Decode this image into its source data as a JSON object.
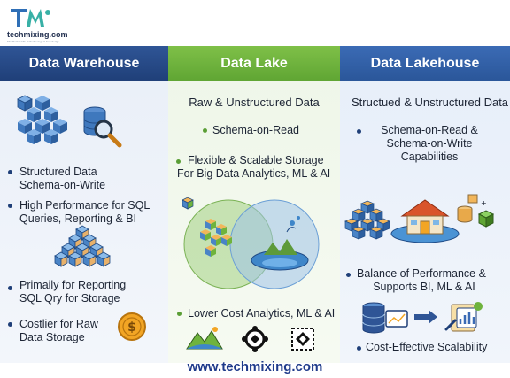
{
  "brand": {
    "name": "techmixing.com",
    "tagline": "The Perfect Mix of Technology & Knowledge"
  },
  "columns": [
    {
      "title": "Data Warehouse",
      "items": [
        {
          "line1": "Structured Data",
          "line2": "Schema-on-Write"
        },
        {
          "line1": "High Performance for SQL",
          "line2": "Queries, Reporting & BI"
        },
        {
          "line1": "Primaily for Reporting",
          "line2": "SQL Qry for Storage"
        },
        {
          "line1": "Costlier for Raw",
          "line2": "Data Storage"
        }
      ],
      "icons": [
        "cube-stack-icon",
        "database-search-icon",
        "cube-pyramid-icon",
        "dollar-coin-icon"
      ]
    },
    {
      "title": "Data Lake",
      "subtitle": "Raw & Unstructured Data",
      "items": [
        {
          "line1": "Schema-on-Read"
        },
        {
          "line1": "Flexible & Scalable Storage",
          "line2": "For Big Data Analytics, ML & AI"
        },
        {
          "line1": "Lower Cost Analytics, ML & AI"
        }
      ],
      "icons": [
        "venn-diagram-icon",
        "lake-icon",
        "chart-icon",
        "network-icon",
        "diamond-icon"
      ]
    },
    {
      "title": "Data Lakehouse",
      "subtitle": "Structued & Unstructured Data",
      "items": [
        {
          "line1": "Schema-on-Read &",
          "line2": "Schema-on-Write",
          "line3": "Capabilities"
        },
        {
          "line1": "Balance of Performance &",
          "line2": "Supports BI, ML & AI"
        },
        {
          "line1": "Cost-Effective Scalability"
        }
      ],
      "icons": [
        "cube-stack-icon",
        "lakehouse-icon",
        "database-icon",
        "server-icon",
        "arrow-right-icon",
        "analytics-icon"
      ]
    }
  ],
  "footer": "www.techmixing.com",
  "colors": {
    "warehouse": "#2f5596",
    "lake": "#6fb33d",
    "lakehouse": "#3b6bb5",
    "cube": "#4f86c6",
    "coin": "#f2a524"
  }
}
